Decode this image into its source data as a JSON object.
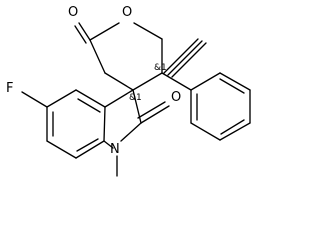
{
  "diagram": {
    "atoms": {
      "lactone_carbonyl_o": "O",
      "ring_oxygen": "O",
      "amide_carbonyl_o": "O",
      "fluorine": "F",
      "nitrogen": "N"
    },
    "stereo_labels": {
      "spiro_center": "&1",
      "quaternary_center": "&1"
    }
  }
}
